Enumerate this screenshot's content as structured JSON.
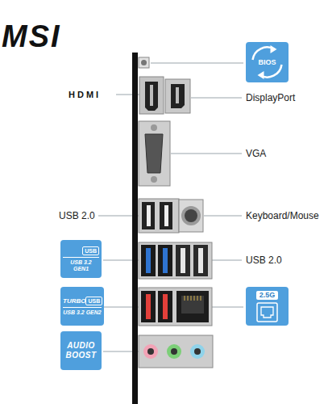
{
  "diagram": {
    "nodes": [
      {
        "text": [
          "BIOS"
        ]
      },
      {
        "text": [
          "USB",
          "USB 3.2 GEN1"
        ]
      },
      {
        "text": [
          "TURBO",
          "USB",
          "USB 3.2 GEN2"
        ]
      },
      {
        "text": [
          "AUDIO BOOST"
        ]
      },
      {
        "text": [
          "2.5G"
        ]
      }
    ],
    "labels": [
      "MSI",
      "HDMI",
      "DisplayPort",
      "VGA",
      "USB 2.0",
      "Keyboard/Mouse",
      "USB 2.0"
    ]
  }
}
